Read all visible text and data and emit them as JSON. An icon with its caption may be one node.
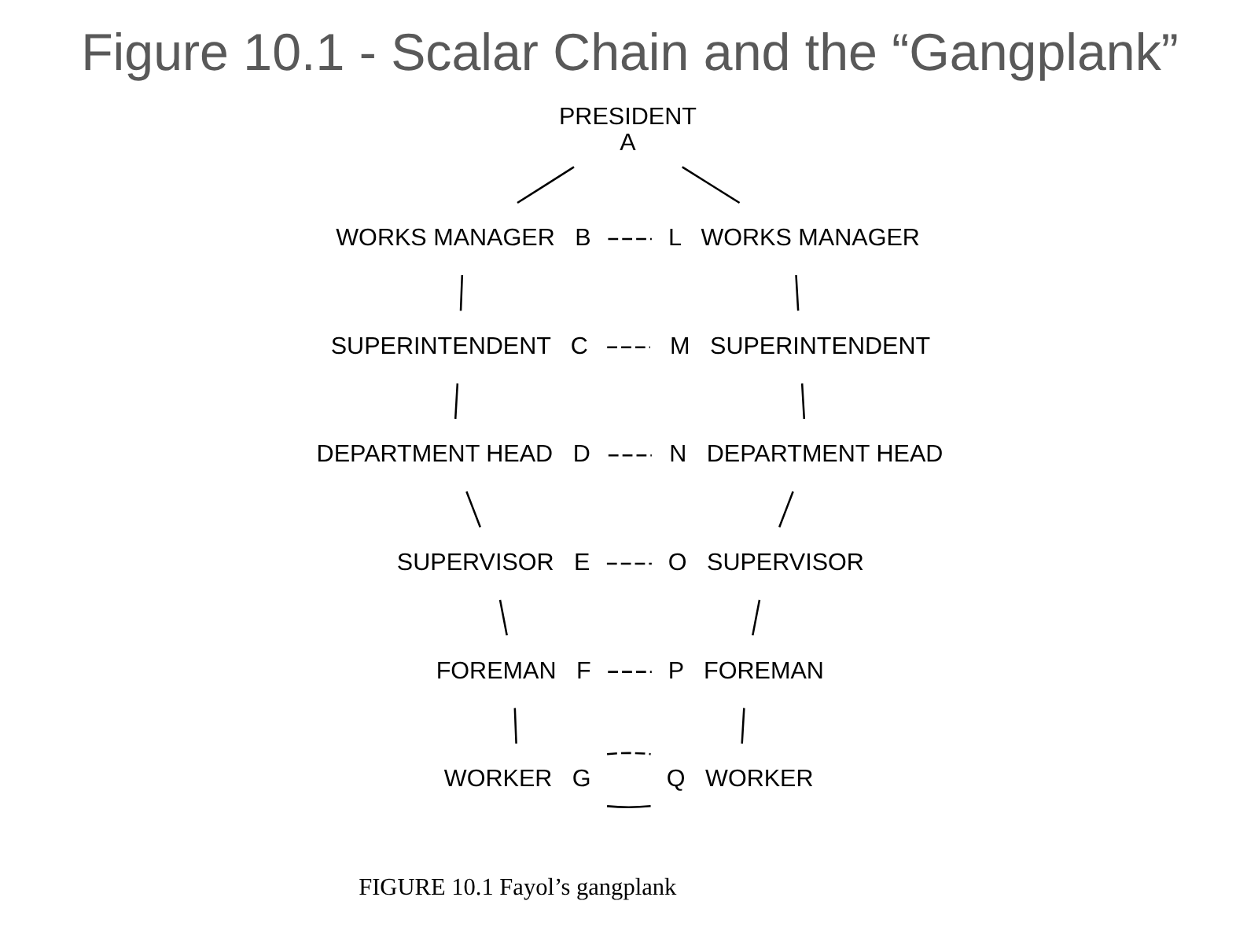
{
  "diagram": {
    "title": "Figure 10.1 - Scalar Chain and the “Gangplank”",
    "caption": "FIGURE 10.1 Fayol’s gangplank",
    "nodes": [
      {
        "text": [
          "A"
        ],
        "beside": [
          "PRESIDENT"
        ]
      },
      {
        "text": [
          "B"
        ],
        "beside": [
          "WORKS MANAGER"
        ]
      },
      {
        "text": [
          "L"
        ],
        "beside": [
          "WORKS MANAGER"
        ]
      },
      {
        "text": [
          "C"
        ],
        "beside": [
          "SUPERINTENDENT"
        ]
      },
      {
        "text": [
          "M"
        ],
        "beside": [
          "SUPERINTENDENT"
        ]
      },
      {
        "text": [
          "D"
        ],
        "beside": [
          "DEPARTMENT HEAD"
        ]
      },
      {
        "text": [
          "N"
        ],
        "beside": [
          "DEPARTMENT HEAD"
        ]
      },
      {
        "text": [
          "E"
        ],
        "beside": [
          "SUPERVISOR"
        ]
      },
      {
        "text": [
          "O"
        ],
        "beside": [
          "SUPERVISOR"
        ]
      },
      {
        "text": [
          "F"
        ],
        "beside": [
          "FOREMAN"
        ]
      },
      {
        "text": [
          "P"
        ],
        "beside": [
          "FOREMAN"
        ]
      },
      {
        "text": [
          "G"
        ],
        "beside": [
          "WORKER"
        ]
      },
      {
        "text": [
          "Q"
        ],
        "beside": [
          "WORKER"
        ]
      }
    ],
    "edges": [
      {
        "from": 0,
        "to": 1,
        "arrow": "none"
      },
      {
        "from": 1,
        "to": 3,
        "arrow": "none"
      },
      {
        "from": 3,
        "to": 5,
        "arrow": "none"
      },
      {
        "from": 5,
        "to": 7,
        "arrow": "none"
      },
      {
        "from": 7,
        "to": 9,
        "arrow": "none"
      },
      {
        "from": 9,
        "to": 11,
        "arrow": "none"
      },
      {
        "from": 0,
        "to": 2,
        "arrow": "none"
      },
      {
        "from": 2,
        "to": 4,
        "arrow": "none"
      },
      {
        "from": 4,
        "to": 6,
        "arrow": "none"
      },
      {
        "from": 6,
        "to": 8,
        "arrow": "none"
      },
      {
        "from": 8,
        "to": 10,
        "arrow": "none"
      },
      {
        "from": 10,
        "to": 12,
        "arrow": "none"
      },
      {
        "from": 11,
        "to": 12,
        "arrow": "none"
      },
      {
        "from": 1,
        "to": 2,
        "arrow": "none",
        "style": "dashed"
      },
      {
        "from": 3,
        "to": 4,
        "arrow": "none",
        "style": "dashed"
      },
      {
        "from": 5,
        "to": 6,
        "arrow": "none",
        "style": "dashed"
      },
      {
        "from": 7,
        "to": 8,
        "arrow": "none",
        "style": "dashed"
      },
      {
        "from": 9,
        "to": 10,
        "arrow": "none",
        "style": "dashed"
      },
      {
        "from": 11,
        "to": 12,
        "arrow": "none",
        "style": "dashed"
      }
    ]
  }
}
